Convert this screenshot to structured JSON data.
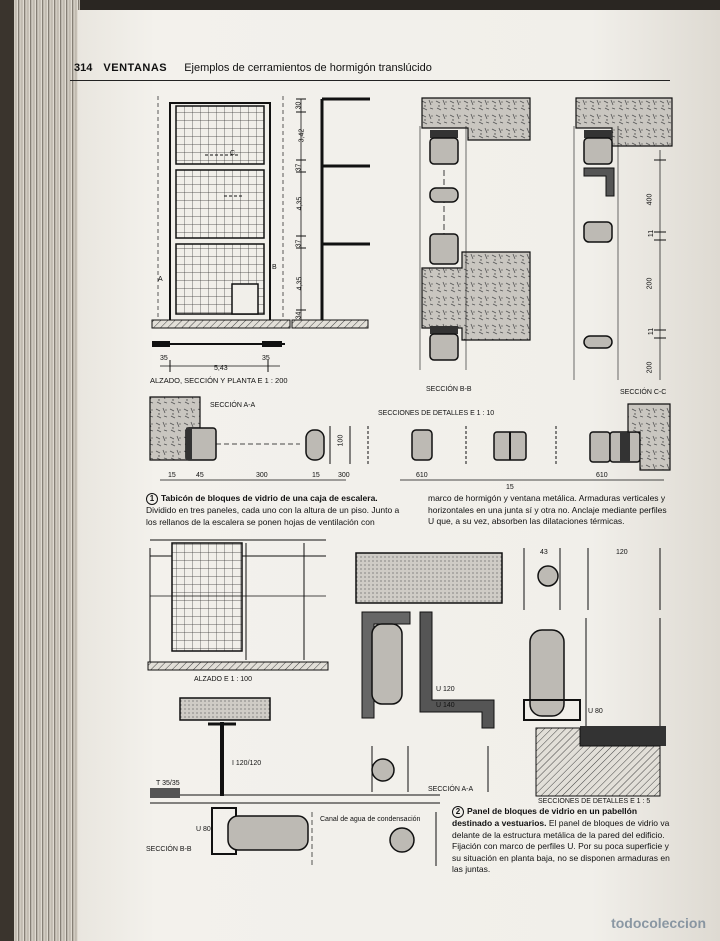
{
  "page": {
    "number": "314",
    "section": "VENTANAS",
    "title": "Ejemplos de cerramientos de hormigón translúcido"
  },
  "figure1": {
    "elevation_label": "ALZADO, SECCIÓN Y PLANTA  E 1 : 200",
    "dims_vertical": [
      "30",
      "3,42",
      "37",
      "4,35",
      "37",
      "4,35",
      "34"
    ],
    "dims_bottom": [
      "35",
      "5,43",
      "35"
    ],
    "mark_a": "A",
    "mark_b": "B",
    "mark_c": "C",
    "section_bb": "SECCIÓN B-B",
    "section_cc": "SECCIÓN C-C",
    "section_aa": "SECCIÓN A-A",
    "details_title": "SECCIONES DE DETALLES  E 1 : 10",
    "dims_cc": [
      "400",
      "11",
      "200",
      "11",
      "200"
    ],
    "dims_aa": [
      "15",
      "45",
      "300",
      "15",
      "300",
      "100",
      "610",
      "610",
      "15"
    ],
    "caption_number": "1",
    "caption_bold": "Tabicón de bloques de vidrio de una caja de escalera.",
    "caption_left": "Dividido en tres paneles, cada uno con la altura de un piso. Junto a los rellanos de la escalera se ponen hojas de ventilación con",
    "caption_right": "marco de hormigón y ventana metálica. Armaduras verticales y horizontales en una junta sí y otra no. Anclaje mediante perfiles U que, a su vez, absorben las dilataciones térmicas."
  },
  "figure2": {
    "alzado": "ALZADO  E 1 : 100",
    "section_aa": "SECCIÓN A-A",
    "section_bb": "SECCIÓN B-B",
    "details": "SECCIONES DE DETALLES  E 1 : 5",
    "u140": "U 140",
    "u120": "U 120",
    "u80": "U 80",
    "u80b": "U 80",
    "i120": "I 120/120",
    "t35": "T 35/35",
    "canal": "Canal de agua de condensación",
    "dim43": "43",
    "dim120": "120",
    "caption_number": "2",
    "caption_bold": "Panel de bloques de vidrio en un pabellón destinado a vestuarios.",
    "caption_text": "El panel de bloques de vidrio va delante de la estructura metálica de la pared del edificio. Fijación con marco de perfiles U. Por su poca superficie y su situación en planta baja, no se disponen armaduras en las juntas."
  },
  "watermark": "todocoleccion"
}
